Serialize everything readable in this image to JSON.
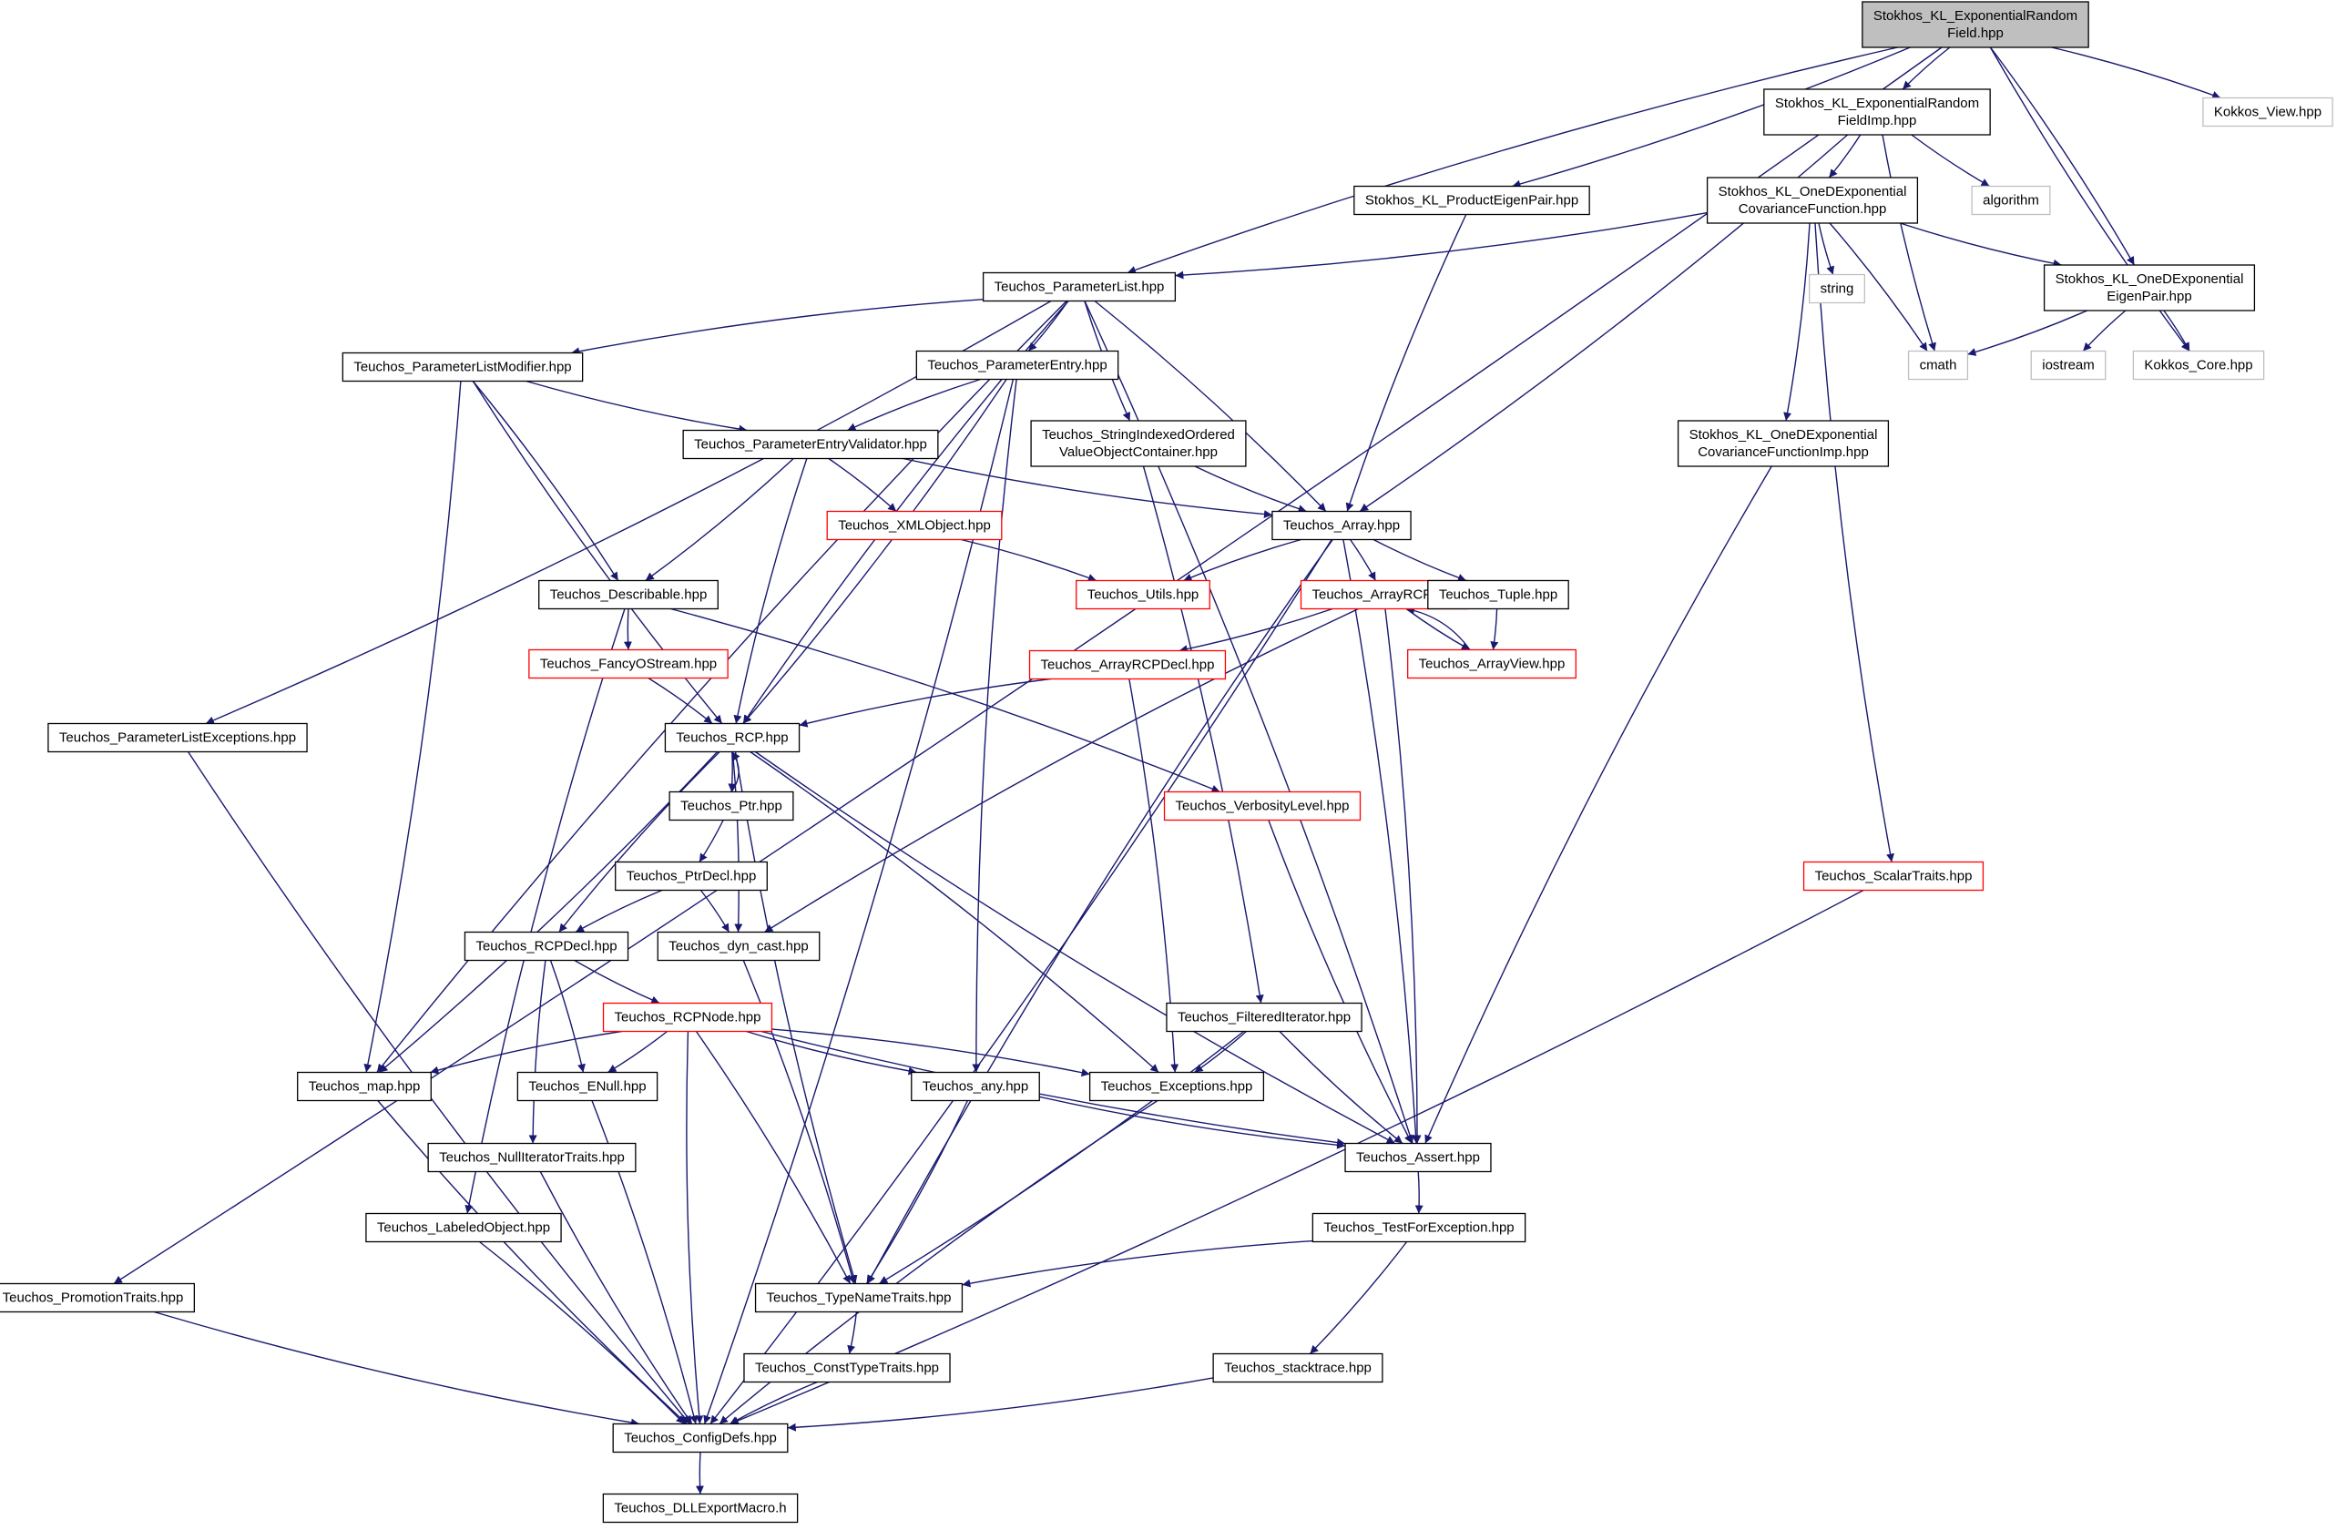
{
  "colors": {
    "edge": "#191970",
    "box_normal": "#000000",
    "box_truncated": "#ff0000",
    "box_external": "#bfbfbf",
    "root_fill": "#bfbfbf",
    "node_fill": "#ffffff"
  },
  "graph": {
    "nodes": [
      {
        "id": "root",
        "label": [
          "Stokhos_KL_ExponentialRandom",
          "Field.hpp"
        ],
        "kind": "root"
      },
      {
        "id": "kview",
        "label": [
          "Kokkos_View.hpp"
        ],
        "kind": "external"
      },
      {
        "id": "imp",
        "label": [
          "Stokhos_KL_ExponentialRandom",
          "FieldImp.hpp"
        ],
        "kind": "normal"
      },
      {
        "id": "prodeig",
        "label": [
          "Stokhos_KL_ProductEigenPair.hpp"
        ],
        "kind": "normal"
      },
      {
        "id": "algorithm",
        "label": [
          "algorithm"
        ],
        "kind": "external"
      },
      {
        "id": "onedcov",
        "label": [
          "Stokhos_KL_OneDExponential",
          "CovarianceFunction.hpp"
        ],
        "kind": "normal"
      },
      {
        "id": "string",
        "label": [
          "string"
        ],
        "kind": "external"
      },
      {
        "id": "plist",
        "label": [
          "Teuchos_ParameterList.hpp"
        ],
        "kind": "normal"
      },
      {
        "id": "onedeig",
        "label": [
          "Stokhos_KL_OneDExponential",
          "EigenPair.hpp"
        ],
        "kind": "normal"
      },
      {
        "id": "cmath",
        "label": [
          "cmath"
        ],
        "kind": "external"
      },
      {
        "id": "iostream",
        "label": [
          "iostream"
        ],
        "kind": "external"
      },
      {
        "id": "kcore",
        "label": [
          "Kokkos_Core.hpp"
        ],
        "kind": "external"
      },
      {
        "id": "plmod",
        "label": [
          "Teuchos_ParameterListModifier.hpp"
        ],
        "kind": "normal"
      },
      {
        "id": "pentry",
        "label": [
          "Teuchos_ParameterEntry.hpp"
        ],
        "kind": "normal"
      },
      {
        "id": "sioc",
        "label": [
          "Teuchos_StringIndexedOrdered",
          "ValueObjectContainer.hpp"
        ],
        "kind": "normal"
      },
      {
        "id": "onedcovimp",
        "label": [
          "Stokhos_KL_OneDExponential",
          "CovarianceFunctionImp.hpp"
        ],
        "kind": "normal"
      },
      {
        "id": "pev",
        "label": [
          "Teuchos_ParameterEntryValidator.hpp"
        ],
        "kind": "normal"
      },
      {
        "id": "xml",
        "label": [
          "Teuchos_XMLObject.hpp"
        ],
        "kind": "truncated"
      },
      {
        "id": "array",
        "label": [
          "Teuchos_Array.hpp"
        ],
        "kind": "normal"
      },
      {
        "id": "describable",
        "label": [
          "Teuchos_Describable.hpp"
        ],
        "kind": "normal"
      },
      {
        "id": "utils",
        "label": [
          "Teuchos_Utils.hpp"
        ],
        "kind": "truncated"
      },
      {
        "id": "arcp",
        "label": [
          "Teuchos_ArrayRCP.hpp"
        ],
        "kind": "truncated"
      },
      {
        "id": "tuple",
        "label": [
          "Teuchos_Tuple.hpp"
        ],
        "kind": "normal"
      },
      {
        "id": "fos",
        "label": [
          "Teuchos_FancyOStream.hpp"
        ],
        "kind": "truncated"
      },
      {
        "id": "arcpdecl",
        "label": [
          "Teuchos_ArrayRCPDecl.hpp"
        ],
        "kind": "truncated"
      },
      {
        "id": "aview",
        "label": [
          "Teuchos_ArrayView.hpp"
        ],
        "kind": "truncated"
      },
      {
        "id": "plexc",
        "label": [
          "Teuchos_ParameterListExceptions.hpp"
        ],
        "kind": "normal"
      },
      {
        "id": "rcp",
        "label": [
          "Teuchos_RCP.hpp"
        ],
        "kind": "normal"
      },
      {
        "id": "ptr",
        "label": [
          "Teuchos_Ptr.hpp"
        ],
        "kind": "normal"
      },
      {
        "id": "verb",
        "label": [
          "Teuchos_VerbosityLevel.hpp"
        ],
        "kind": "truncated"
      },
      {
        "id": "scalar",
        "label": [
          "Teuchos_ScalarTraits.hpp"
        ],
        "kind": "truncated"
      },
      {
        "id": "ptrdecl",
        "label": [
          "Teuchos_PtrDecl.hpp"
        ],
        "kind": "normal"
      },
      {
        "id": "rcpdecl",
        "label": [
          "Teuchos_RCPDecl.hpp"
        ],
        "kind": "normal"
      },
      {
        "id": "dyncast",
        "label": [
          "Teuchos_dyn_cast.hpp"
        ],
        "kind": "normal"
      },
      {
        "id": "rcpnode",
        "label": [
          "Teuchos_RCPNode.hpp"
        ],
        "kind": "truncated"
      },
      {
        "id": "filtit",
        "label": [
          "Teuchos_FilteredIterator.hpp"
        ],
        "kind": "normal"
      },
      {
        "id": "map",
        "label": [
          "Teuchos_map.hpp"
        ],
        "kind": "normal"
      },
      {
        "id": "enull",
        "label": [
          "Teuchos_ENull.hpp"
        ],
        "kind": "normal"
      },
      {
        "id": "any",
        "label": [
          "Teuchos_any.hpp"
        ],
        "kind": "normal"
      },
      {
        "id": "exc",
        "label": [
          "Teuchos_Exceptions.hpp"
        ],
        "kind": "normal"
      },
      {
        "id": "assert",
        "label": [
          "Teuchos_Assert.hpp"
        ],
        "kind": "normal"
      },
      {
        "id": "nullit",
        "label": [
          "Teuchos_NullIteratorTraits.hpp"
        ],
        "kind": "normal"
      },
      {
        "id": "labeled",
        "label": [
          "Teuchos_LabeledObject.hpp"
        ],
        "kind": "normal"
      },
      {
        "id": "tfe",
        "label": [
          "Teuchos_TestForException.hpp"
        ],
        "kind": "normal"
      },
      {
        "id": "promo",
        "label": [
          "Teuchos_PromotionTraits.hpp"
        ],
        "kind": "normal"
      },
      {
        "id": "tnt",
        "label": [
          "Teuchos_TypeNameTraits.hpp"
        ],
        "kind": "normal"
      },
      {
        "id": "ctt",
        "label": [
          "Teuchos_ConstTypeTraits.hpp"
        ],
        "kind": "normal"
      },
      {
        "id": "stack",
        "label": [
          "Teuchos_stacktrace.hpp"
        ],
        "kind": "normal"
      },
      {
        "id": "config",
        "label": [
          "Teuchos_ConfigDefs.hpp"
        ],
        "kind": "normal"
      },
      {
        "id": "dll",
        "label": [
          "Teuchos_DLLExportMacro.h"
        ],
        "kind": "normal"
      }
    ],
    "edges": [
      [
        "root",
        "kview"
      ],
      [
        "root",
        "imp"
      ],
      [
        "root",
        "prodeig"
      ],
      [
        "root",
        "plist"
      ],
      [
        "root",
        "onedeig"
      ],
      [
        "root",
        "kcore"
      ],
      [
        "root",
        "promo"
      ],
      [
        "imp",
        "algorithm"
      ],
      [
        "imp",
        "onedcov"
      ],
      [
        "imp",
        "cmath"
      ],
      [
        "imp",
        "array"
      ],
      [
        "prodeig",
        "array"
      ],
      [
        "onedcov",
        "plist"
      ],
      [
        "onedcov",
        "string"
      ],
      [
        "onedcov",
        "cmath"
      ],
      [
        "onedcov",
        "onedeig"
      ],
      [
        "onedcov",
        "onedcovimp"
      ],
      [
        "onedcov",
        "scalar"
      ],
      [
        "onedeig",
        "cmath"
      ],
      [
        "onedeig",
        "iostream"
      ],
      [
        "onedeig",
        "kcore"
      ],
      [
        "plist",
        "plmod"
      ],
      [
        "plist",
        "pentry"
      ],
      [
        "plist",
        "sioc"
      ],
      [
        "plist",
        "array"
      ],
      [
        "plist",
        "rcp"
      ],
      [
        "plist",
        "plexc"
      ],
      [
        "plist",
        "map"
      ],
      [
        "plist",
        "assert"
      ],
      [
        "plmod",
        "pev"
      ],
      [
        "plmod",
        "describable"
      ],
      [
        "plmod",
        "rcp"
      ],
      [
        "plmod",
        "map"
      ],
      [
        "pentry",
        "pev"
      ],
      [
        "pentry",
        "rcp"
      ],
      [
        "pentry",
        "any"
      ],
      [
        "pentry",
        "config"
      ],
      [
        "sioc",
        "array"
      ],
      [
        "sioc",
        "filtit"
      ],
      [
        "onedcovimp",
        "assert"
      ],
      [
        "pev",
        "xml"
      ],
      [
        "pev",
        "array"
      ],
      [
        "pev",
        "describable"
      ],
      [
        "pev",
        "rcp"
      ],
      [
        "xml",
        "utils"
      ],
      [
        "array",
        "utils"
      ],
      [
        "array",
        "arcp"
      ],
      [
        "array",
        "tuple"
      ],
      [
        "array",
        "assert"
      ],
      [
        "array",
        "tnt"
      ],
      [
        "array",
        "config"
      ],
      [
        "describable",
        "fos"
      ],
      [
        "describable",
        "verb"
      ],
      [
        "describable",
        "labeled"
      ],
      [
        "arcp",
        "arcpdecl"
      ],
      [
        "arcp",
        "aview"
      ],
      [
        "arcp",
        "assert"
      ],
      [
        "arcp",
        "dyncast"
      ],
      [
        "tuple",
        "aview"
      ],
      [
        "aview",
        "arcp"
      ],
      [
        "fos",
        "rcp"
      ],
      [
        "arcpdecl",
        "rcp"
      ],
      [
        "arcpdecl",
        "exc"
      ],
      [
        "plexc",
        "config"
      ],
      [
        "rcp",
        "ptr"
      ],
      [
        "rcp",
        "rcpdecl"
      ],
      [
        "rcp",
        "dyncast"
      ],
      [
        "rcp",
        "tnt"
      ],
      [
        "rcp",
        "exc"
      ],
      [
        "rcp",
        "assert"
      ],
      [
        "rcp",
        "map"
      ],
      [
        "ptr",
        "rcp"
      ],
      [
        "ptr",
        "ptrdecl"
      ],
      [
        "ptrdecl",
        "rcpdecl"
      ],
      [
        "ptrdecl",
        "dyncast"
      ],
      [
        "verb",
        "assert"
      ],
      [
        "scalar",
        "config"
      ],
      [
        "rcpdecl",
        "rcpnode"
      ],
      [
        "rcpdecl",
        "enull"
      ],
      [
        "rcpdecl",
        "nullit"
      ],
      [
        "dyncast",
        "tnt"
      ],
      [
        "rcpnode",
        "map"
      ],
      [
        "rcpnode",
        "enull"
      ],
      [
        "rcpnode",
        "any"
      ],
      [
        "rcpnode",
        "exc"
      ],
      [
        "rcpnode",
        "assert"
      ],
      [
        "rcpnode",
        "tnt"
      ],
      [
        "rcpnode",
        "config"
      ],
      [
        "filtit",
        "exc"
      ],
      [
        "filtit",
        "assert"
      ],
      [
        "filtit",
        "tnt"
      ],
      [
        "map",
        "config"
      ],
      [
        "enull",
        "config"
      ],
      [
        "any",
        "assert"
      ],
      [
        "any",
        "tnt"
      ],
      [
        "exc",
        "config"
      ],
      [
        "assert",
        "tfe"
      ],
      [
        "nullit",
        "config"
      ],
      [
        "labeled",
        "config"
      ],
      [
        "tfe",
        "tnt"
      ],
      [
        "tfe",
        "stack"
      ],
      [
        "promo",
        "config"
      ],
      [
        "tnt",
        "ctt"
      ],
      [
        "ctt",
        "config"
      ],
      [
        "stack",
        "config"
      ],
      [
        "config",
        "dll"
      ]
    ]
  }
}
